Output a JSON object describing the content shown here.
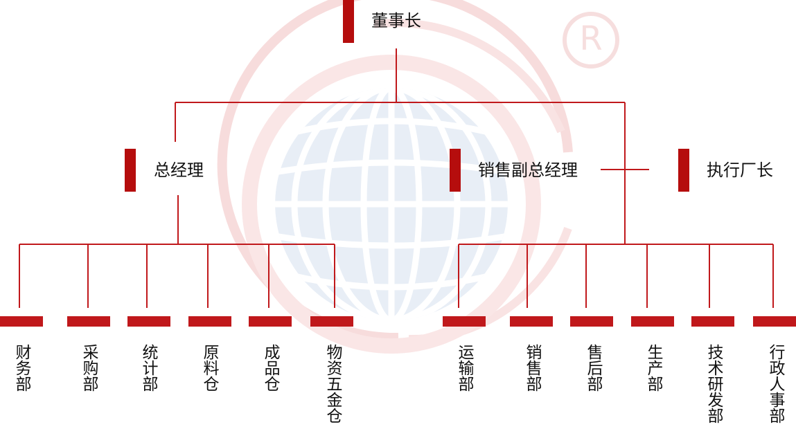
{
  "colors": {
    "accent": "#b50d0d",
    "line": "#c0181b",
    "watermark_ring": "#f6dede",
    "watermark_globe": "#e6edf6"
  },
  "watermark": {
    "icon": "globe-logo-icon",
    "mark": "registered-trademark-icon",
    "mark_text": "R"
  },
  "org_chart": {
    "chairman": "董事长",
    "managers": [
      {
        "id": "gm",
        "label": "总经理"
      },
      {
        "id": "svp",
        "label": "销售副总经理"
      },
      {
        "id": "exec",
        "label": "执行厂长"
      }
    ],
    "gm_departments": [
      "财务部",
      "采购部",
      "统计部",
      "原料仓",
      "成品仓",
      "物资五金仓"
    ],
    "svp_departments": [
      "运输部",
      "销售部",
      "售后部",
      "生产部",
      "技术研发部",
      "行政人事部"
    ]
  }
}
